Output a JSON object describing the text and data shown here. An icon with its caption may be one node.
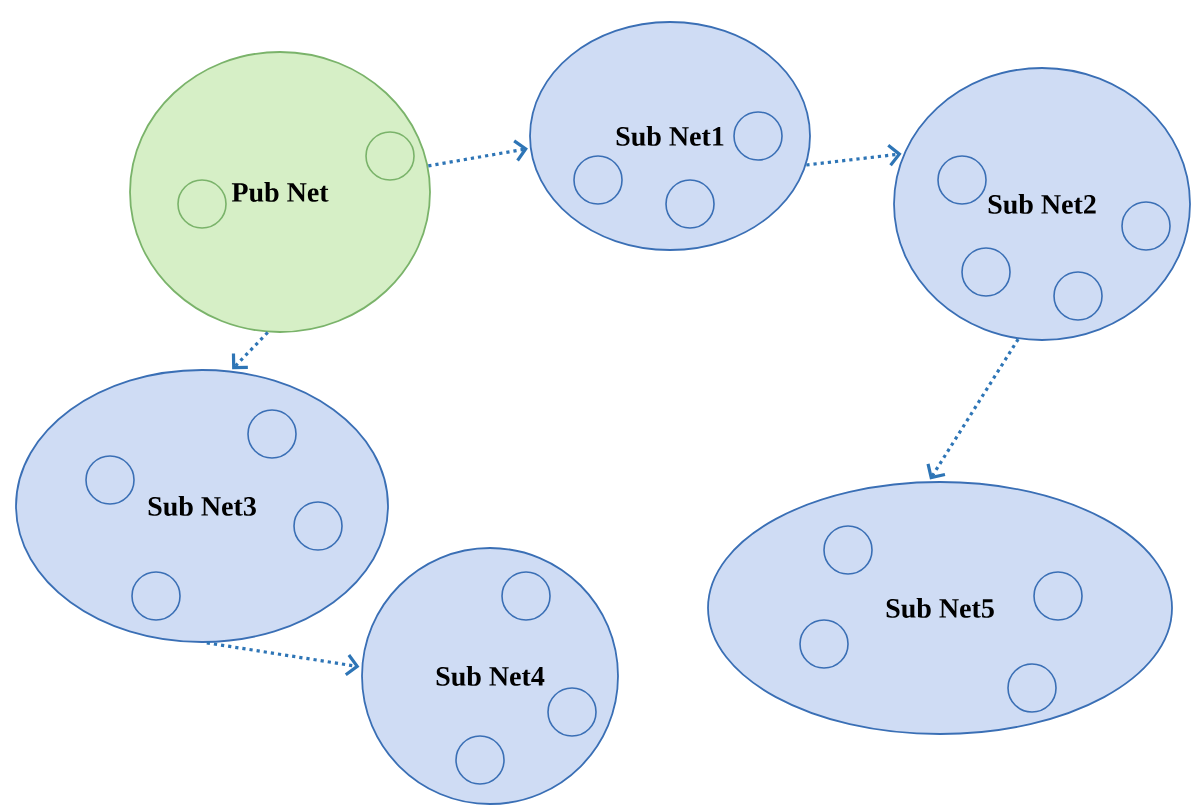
{
  "diagram": {
    "nodes": [
      {
        "text": [
          "Pub Net"
        ]
      },
      {
        "text": [],
        "shape": "circle",
        "in": 0
      },
      {
        "text": [],
        "shape": "circle",
        "in": 0
      },
      {
        "text": [
          "Sub Net1"
        ]
      },
      {
        "text": [],
        "shape": "circle",
        "in": 3
      },
      {
        "text": [],
        "shape": "circle",
        "in": 3
      },
      {
        "text": [],
        "shape": "circle",
        "in": 3
      },
      {
        "text": [
          "Sub Net2"
        ]
      },
      {
        "text": [],
        "shape": "circle",
        "in": 7
      },
      {
        "text": [],
        "shape": "circle",
        "in": 7
      },
      {
        "text": [],
        "shape": "circle",
        "in": 7
      },
      {
        "text": [],
        "shape": "circle",
        "in": 7
      },
      {
        "text": [
          "Sub Net3"
        ]
      },
      {
        "text": [],
        "shape": "circle",
        "in": 12
      },
      {
        "text": [],
        "shape": "circle",
        "in": 12
      },
      {
        "text": [],
        "shape": "circle",
        "in": 12
      },
      {
        "text": [],
        "shape": "circle",
        "in": 12
      },
      {
        "text": [
          "Sub Net4"
        ]
      },
      {
        "text": [],
        "shape": "circle",
        "in": 17
      },
      {
        "text": [],
        "shape": "circle",
        "in": 17
      },
      {
        "text": [],
        "shape": "circle",
        "in": 17
      },
      {
        "text": [
          "Sub Net5"
        ]
      },
      {
        "text": [],
        "shape": "circle",
        "in": 21
      },
      {
        "text": [],
        "shape": "circle",
        "in": 21
      },
      {
        "text": [],
        "shape": "circle",
        "in": 21
      },
      {
        "text": [],
        "shape": "circle",
        "in": 21
      }
    ],
    "edges": [
      {
        "from": 0,
        "to": 3,
        "arrow": "to"
      },
      {
        "from": 3,
        "to": 7,
        "arrow": "to"
      },
      {
        "from": 0,
        "to": 12,
        "arrow": "to"
      },
      {
        "from": 7,
        "to": 21,
        "arrow": "to"
      },
      {
        "from": 12,
        "to": 17,
        "arrow": "to"
      }
    ]
  }
}
